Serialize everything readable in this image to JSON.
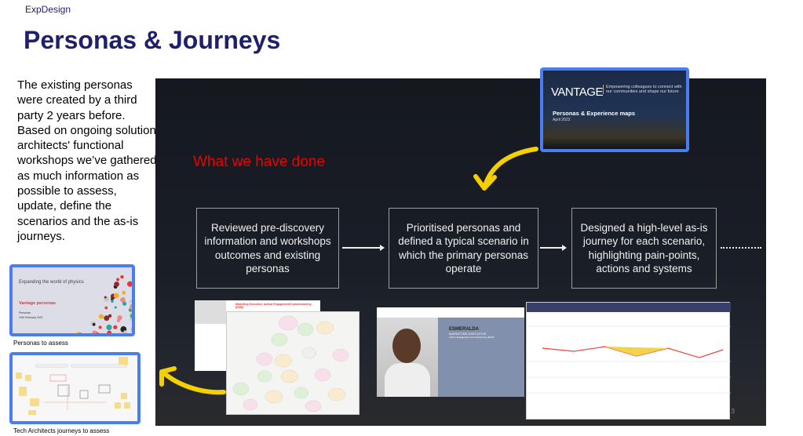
{
  "header": {
    "brand": "ExpDesign",
    "title": "Personas & Journeys"
  },
  "intro": "The existing personas were created by a third party 2 years before. Based on ongoing solution architects' functional workshops we’ve gathered as much information as possible to assess, update, define the scenarios and the as-is journeys.",
  "thumbnails": {
    "personas": {
      "title": "Expanding the world of physics",
      "subtitle": "Vantage personas",
      "line1": "Personas",
      "line2": "10th February 2022",
      "caption": "Personas to assess"
    },
    "tech": {
      "caption": "Tech Architects journeys to assess"
    },
    "vantage": {
      "logo": "VANTAGE",
      "tagline": "Empowering colleagues to connect with our communities and shape our future",
      "title": "Personas & Experience maps",
      "date": "April 2022"
    }
  },
  "slide": {
    "heading": "What we have done",
    "steps": [
      "Reviewed pre-discovery information and workshops outcomes and existing personas",
      "Prioritised personas and defined a typical scenario in which the primary personas operate",
      "Designed a high-level as-is journey for each scenario, highlighting pain-points, actions and systems"
    ],
    "persona_card": {
      "name": "ESMERALDA",
      "role": "MARKETING EXECUTIVE",
      "team": "Author Engagement Commissioning (EDM)"
    },
    "doc_title": "Marketing Executive: Author Engagement/Commissioning (EDM)",
    "page_number": "3"
  },
  "colors": {
    "title": "#1f1f6b",
    "accent_border": "#4a7ef0",
    "heading_red": "#e00000",
    "arrow_yellow": "#f5d000"
  }
}
